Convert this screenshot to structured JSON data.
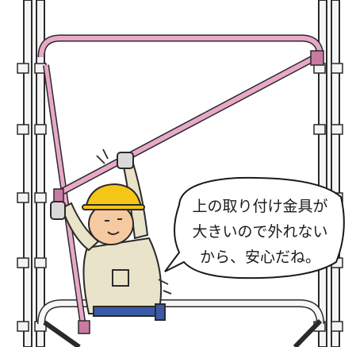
{
  "illustration": {
    "speech_bubble": {
      "lines": [
        "上の取り付け金具が",
        "大きいので外れない",
        "から、安心だね。"
      ]
    },
    "colors": {
      "scaffold_pipe": "#f2f2f2",
      "outline": "#2a2a2a",
      "brace": "#e8a9c8",
      "brace_dark": "#c97aa3",
      "helmet": "#f5c518",
      "uniform": "#e9e3c9",
      "skin": "#f6caa0",
      "glove": "#d9d9d9",
      "belt": "#3a5aa8"
    }
  }
}
